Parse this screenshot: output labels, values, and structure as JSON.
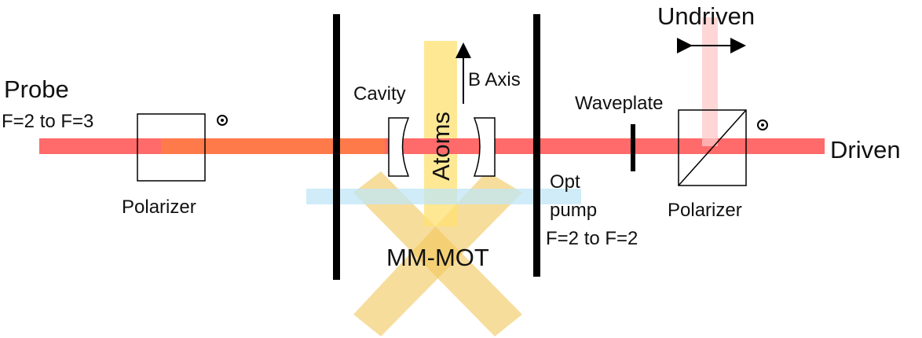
{
  "colors": {
    "probe_beam": "#ff6a6a",
    "probe_overlap": "#ff7a4a",
    "atoms_beam": "#ffe070",
    "mot_beams": "#f2c65a",
    "optical_pump_beam": "#bfe6f5",
    "undriven_beam": "#ffc8c8",
    "mirror": "#000000"
  },
  "labels": {
    "probe": "Probe",
    "probe_transition": "F=2 to F=3",
    "polarizer_left": "Polarizer",
    "cavity": "Cavity",
    "atoms": "Atoms",
    "b_axis": "B Axis",
    "mm_mot": "MM-MOT",
    "opt": "Opt",
    "pump": "pump",
    "pump_transition": "F=2 to F=2",
    "waveplate": "Waveplate",
    "undriven": "Undriven",
    "polarizer_right": "Polarizer",
    "driven": "Driven"
  },
  "icons": {
    "polarization_marker_left": "dot-in-circle-icon",
    "polarization_marker_right": "dot-in-circle-icon",
    "b_axis_arrow": "arrow-up-icon",
    "undriven_arrow": "double-arrow-horizontal-icon"
  }
}
